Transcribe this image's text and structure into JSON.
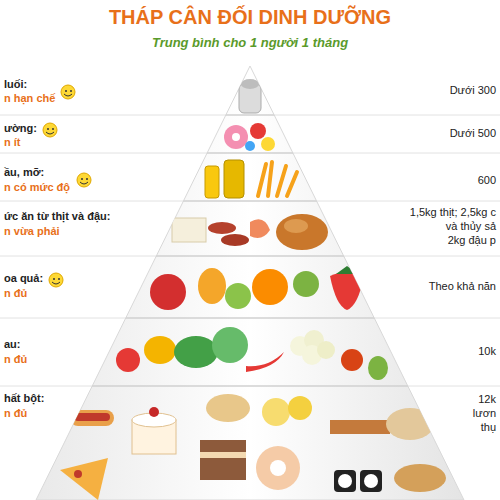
{
  "diagram": {
    "title": "THÁP CÂN ĐỐI DINH DƯỠNG",
    "caption": "Trung bình cho 1 người 1 tháng",
    "labels": [
      "luối:",
      "n hạn chế",
      "Dưới 300",
      "ường:",
      "n ít",
      "Dưới 500",
      "ầu, mỡ:",
      "n có mức độ",
      "600",
      "ức ăn từ thịt và đậu:",
      "n vừa phải",
      "1,5kg thịt; 2,5kg c",
      "và thủy sả",
      "2kg đậu p",
      "oa quả:",
      "n đủ",
      "Theo khả năn",
      "au:",
      "n đủ",
      "10k",
      "hất bột:",
      "n đủ",
      "12k",
      "lươn",
      "thụ"
    ]
  }
}
